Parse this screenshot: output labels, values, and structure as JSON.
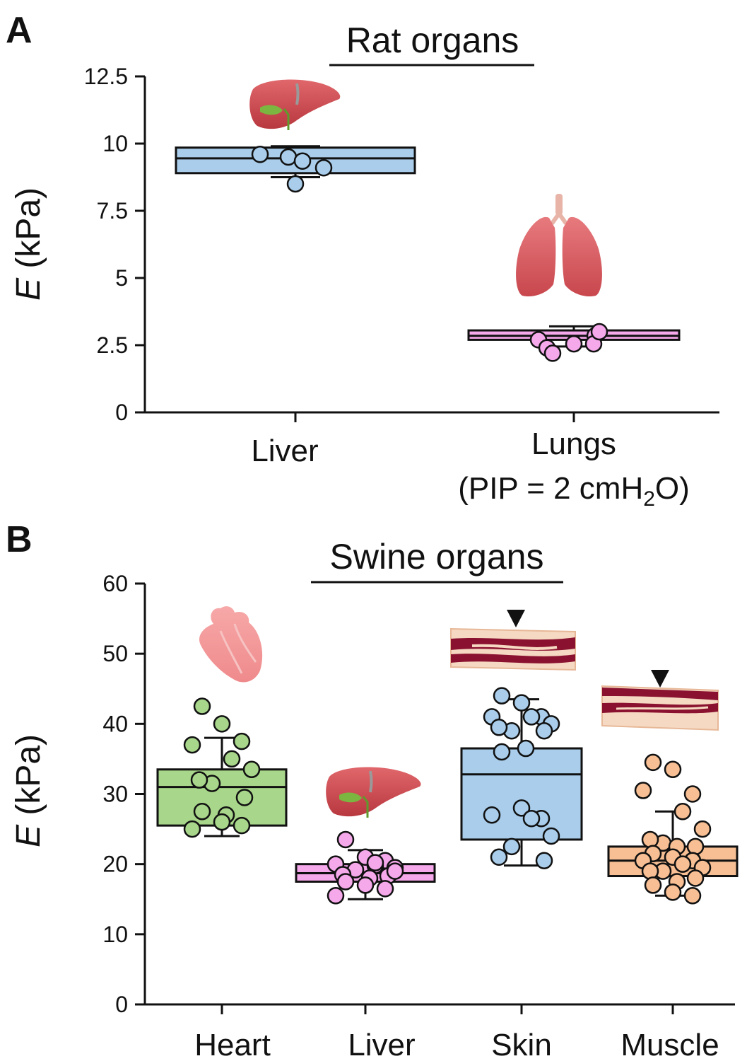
{
  "panels": [
    {
      "letter": "A",
      "title": "Rat organs",
      "ylabel_italic": "E",
      "ylabel_rest": " (kPa)",
      "chart_data": {
        "type": "box",
        "title": "Rat organs",
        "ylabel": "E (kPa)",
        "ylim": [
          0,
          12.5
        ],
        "yticks": [
          "0",
          "2.5",
          "5",
          "7.5",
          "10",
          "12.5"
        ],
        "categories": [
          "Liver",
          "Lungs (PIP = 2 cmH2O)"
        ],
        "series": [
          {
            "category": "Liver",
            "color": "#a9cdea",
            "box": {
              "q1": 8.9,
              "median": 9.45,
              "q3": 9.85,
              "whisker_low": 8.75,
              "whisker_high": 9.9
            },
            "points": [
              9.6,
              9.5,
              9.35,
              9.1,
              8.5
            ]
          },
          {
            "category": "Lungs (PIP = 2 cmH2O)",
            "color": "#f5a8ea",
            "box": {
              "q1": 2.7,
              "median": 2.85,
              "q3": 3.05,
              "whisker_low": 2.45,
              "whisker_high": 3.2
            },
            "points": [
              2.7,
              2.4,
              2.2,
              2.55,
              2.85,
              2.55,
              3.0
            ]
          }
        ]
      },
      "cat_labels": [
        {
          "line1": "Liver"
        },
        {
          "line1": "Lungs",
          "line2_pre": "(PIP = 2 cmH",
          "line2_sub": "2",
          "line2_post": "O)"
        }
      ],
      "icons": [
        "liver-icon",
        "lungs-icon"
      ]
    },
    {
      "letter": "B",
      "title": "Swine organs",
      "ylabel_italic": "E",
      "ylabel_rest": " (kPa)",
      "chart_data": {
        "type": "box",
        "title": "Swine organs",
        "ylabel": "E (kPa)",
        "ylim": [
          0,
          60
        ],
        "yticks": [
          "0",
          "10",
          "20",
          "30",
          "40",
          "50",
          "60"
        ],
        "categories": [
          "Heart",
          "Liver",
          "Skin",
          "Muscle"
        ],
        "series": [
          {
            "category": "Heart",
            "color": "#a8d68a",
            "box": {
              "q1": 25.5,
              "median": 31.0,
              "q3": 33.5,
              "whisker_low": 24.0,
              "whisker_high": 38.0
            },
            "points": [
              42.5,
              40.0,
              37.5,
              37.0,
              35.0,
              33.5,
              31.5,
              32.0,
              29.5,
              27.0,
              27.5,
              26.0,
              25.5,
              25.0
            ]
          },
          {
            "category": "Liver",
            "color": "#f5a8ea",
            "box": {
              "q1": 17.5,
              "median": 18.7,
              "q3": 20.0,
              "whisker_low": 15.0,
              "whisker_high": 22.0
            },
            "points": [
              23.5,
              21.0,
              20.5,
              20.0,
              19.8,
              19.5,
              19.2,
              18.5,
              18.3,
              18.0,
              17.5,
              17.0,
              16.5,
              15.5,
              20.2,
              19.0
            ]
          },
          {
            "category": "Skin",
            "color": "#a9cdea",
            "box": {
              "q1": 23.5,
              "median": 32.8,
              "q3": 36.5,
              "whisker_low": 19.8,
              "whisker_high": 43.5
            },
            "points": [
              44.0,
              43.0,
              41.0,
              41.0,
              41.0,
              40.0,
              39.0,
              39.5,
              39.0,
              36.5,
              36.0,
              28.0,
              26.5,
              27.0,
              26.5,
              24.0,
              22.5,
              21.0,
              20.5
            ]
          },
          {
            "category": "Muscle",
            "color": "#f7bf93",
            "box": {
              "q1": 18.3,
              "median": 20.5,
              "q3": 22.5,
              "whisker_low": 15.5,
              "whisker_high": 27.5
            },
            "points": [
              34.5,
              33.5,
              30.0,
              30.5,
              27.5,
              25.0,
              23.0,
              23.5,
              22.5,
              22.5,
              21.5,
              21.0,
              20.5,
              20.5,
              20.0,
              19.5,
              19.0,
              19.0,
              18.0,
              17.5,
              17.0,
              16.0,
              15.5
            ]
          }
        ]
      },
      "cat_labels": [
        {
          "line1": "Heart"
        },
        {
          "line1": "Liver"
        },
        {
          "line1": "Skin"
        },
        {
          "line1": "Muscle"
        }
      ],
      "icons": [
        "heart-icon",
        "liver-icon",
        "skin-tissue-icon",
        "muscle-tissue-icon"
      ]
    }
  ]
}
